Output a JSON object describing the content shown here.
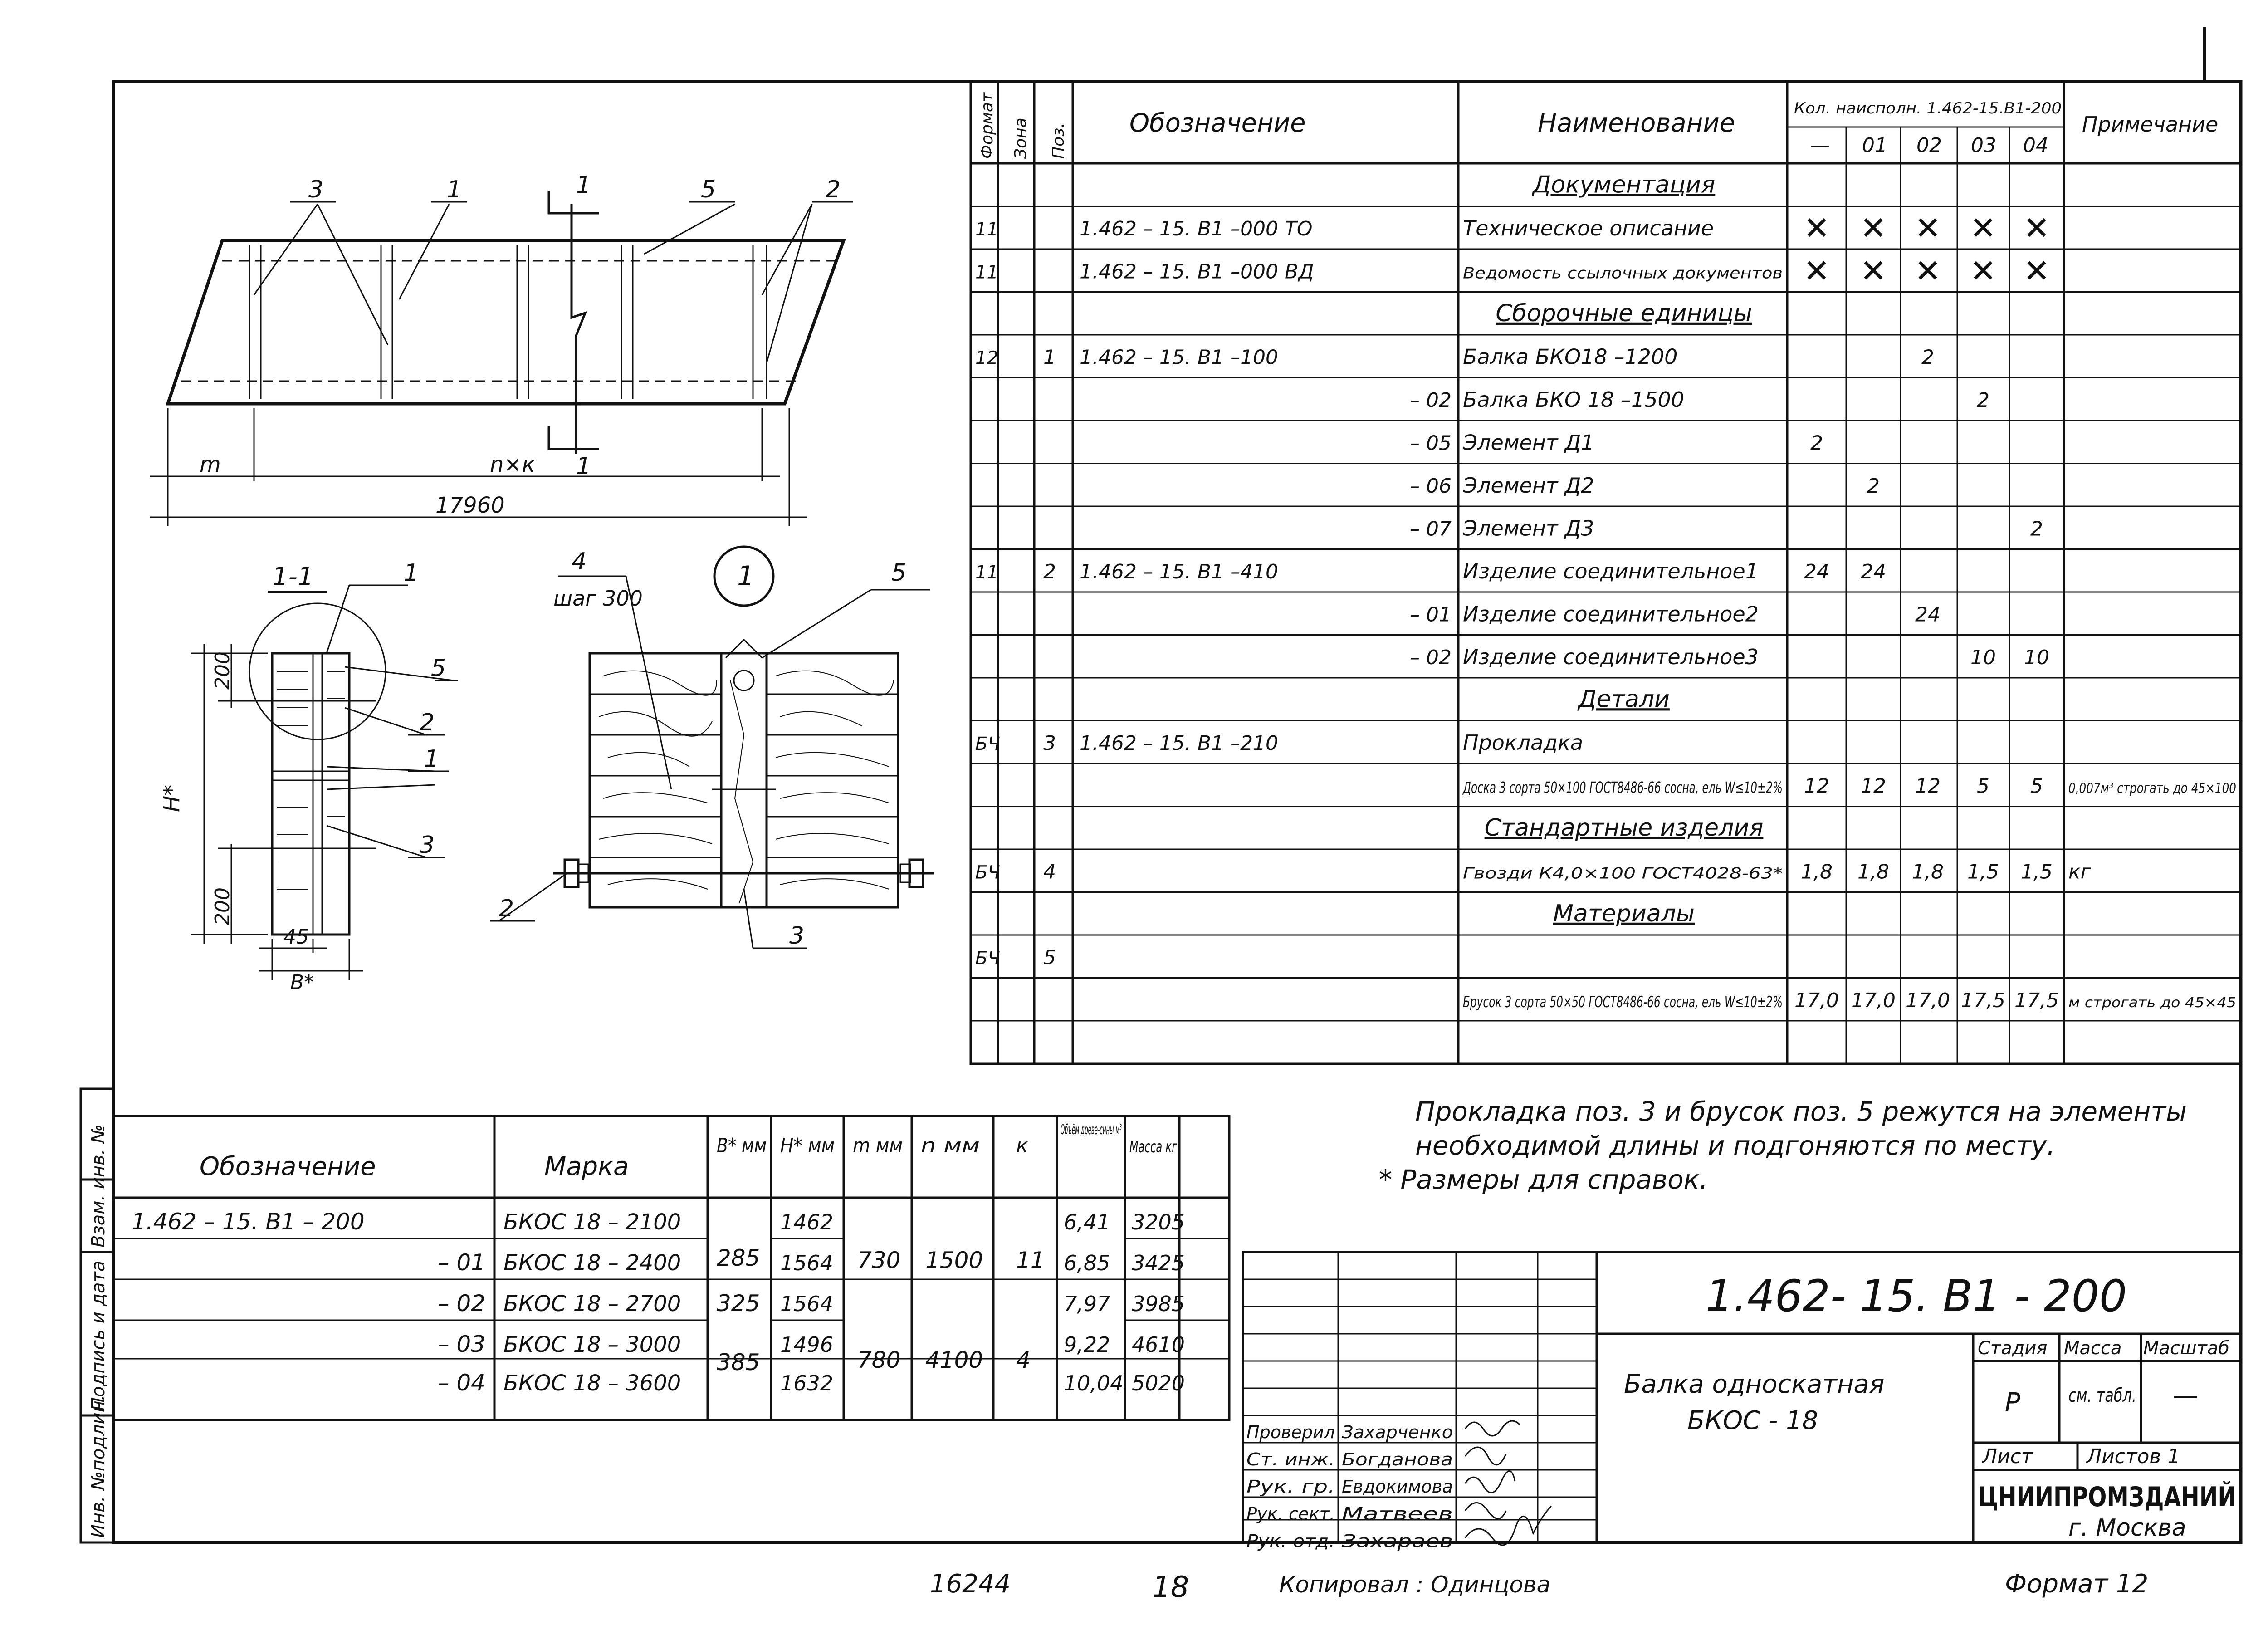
{
  "spec_table": {
    "headers": {
      "format": "Формат",
      "zone": "Зона",
      "pos": "Поз.",
      "designation": "Обозначение",
      "name": "Наименование",
      "qty_group": "Кол. наисполн. 1.462-15.В1-200",
      "qty_cols": [
        "—",
        "01",
        "02",
        "03",
        "04"
      ],
      "note": "Примечание"
    },
    "rows": [
      {
        "section": "Документация"
      },
      {
        "format": "11",
        "pos": "",
        "designation": "1.462 – 15. В1   –000  ТО",
        "name": "Техническое описание",
        "qty": [
          "✕",
          "✕",
          "✕",
          "✕",
          "✕"
        ],
        "note": ""
      },
      {
        "format": "11",
        "pos": "",
        "designation": "1.462 – 15. В1   –000  ВД",
        "name": "Ведомость ссылочных документов",
        "qty": [
          "✕",
          "✕",
          "✕",
          "✕",
          "✕"
        ],
        "note": ""
      },
      {
        "section": "Сборочные единицы"
      },
      {
        "format": "12",
        "pos": "1",
        "designation": "1.462 – 15. В1   –100",
        "name": "Балка  БКО18 –1200",
        "qty": [
          "",
          "",
          "2",
          "",
          ""
        ],
        "note": ""
      },
      {
        "format": "",
        "pos": "",
        "designation": "– 02",
        "name": "Балка  БКО 18 –1500",
        "qty": [
          "",
          "",
          "",
          "2",
          ""
        ],
        "note": ""
      },
      {
        "format": "",
        "pos": "",
        "designation": "– 05",
        "name": "Элемент Д1",
        "qty": [
          "2",
          "",
          "",
          "",
          ""
        ],
        "note": ""
      },
      {
        "format": "",
        "pos": "",
        "designation": "– 06",
        "name": "Элемент Д2",
        "qty": [
          "",
          "2",
          "",
          "",
          ""
        ],
        "note": ""
      },
      {
        "format": "",
        "pos": "",
        "designation": "– 07",
        "name": "Элемент Д3",
        "qty": [
          "",
          "",
          "",
          "",
          "2"
        ],
        "note": ""
      },
      {
        "format": "11",
        "pos": "2",
        "designation": "1.462 – 15. В1   –410",
        "name": "Изделие соединительное1",
        "qty": [
          "24",
          "24",
          "",
          "",
          ""
        ],
        "note": ""
      },
      {
        "format": "",
        "pos": "",
        "designation": "– 01",
        "name": "Изделие соединительное2",
        "qty": [
          "",
          "",
          "24",
          "",
          ""
        ],
        "note": ""
      },
      {
        "format": "",
        "pos": "",
        "designation": "– 02",
        "name": "Изделие соединительное3",
        "qty": [
          "",
          "",
          "",
          "10",
          "10"
        ],
        "note": ""
      },
      {
        "section": "Детали"
      },
      {
        "format": "БЧ",
        "pos": "3",
        "designation": "1.462 – 15. В1   –210",
        "name": "Прокладка",
        "qty": [
          "",
          "",
          "",
          "",
          ""
        ],
        "note": ""
      },
      {
        "format": "",
        "pos": "",
        "designation": "",
        "name": "Доска 3 сорта 50×100 ГОСТ8486-66 сосна, ель W≤10±2%",
        "qty": [
          "12",
          "12",
          "12",
          "5",
          "5"
        ],
        "note": "0,007м³ строгать до 45×100"
      },
      {
        "section": "Стандартные изделия"
      },
      {
        "format": "БЧ",
        "pos": "4",
        "designation": "",
        "name": "Гвозди К4,0×100 ГОСТ4028-63*",
        "qty": [
          "1,8",
          "1,8",
          "1,8",
          "1,5",
          "1,5"
        ],
        "note": "кг"
      },
      {
        "section": "Материалы"
      },
      {
        "format": "БЧ",
        "pos": "5",
        "designation": "",
        "name": "",
        "qty": [
          "",
          "",
          "",
          "",
          ""
        ],
        "note": ""
      },
      {
        "format": "",
        "pos": "",
        "designation": "",
        "name": "Брусок 3 сорта 50×50 ГОСТ8486-66 сосна, ель W≤10±2%",
        "qty": [
          "17,0",
          "17,0",
          "17,0",
          "17,5",
          "17,5"
        ],
        "note": "м   строгать до 45×45"
      }
    ]
  },
  "notes": [
    "Прокладка поз. 3 и брусок поз. 5 режутся на элементы",
    "необходимой длины и подгоняются по месту.",
    "*  Размеры для справок."
  ],
  "variants_table": {
    "headers": [
      "Обозначение",
      "Марка",
      "В* мм",
      "Н* мм",
      "m мм",
      "n мм",
      "к",
      "Объём древе-сины м³",
      "Масса кг"
    ],
    "rows": [
      {
        "designation": "1.462 – 15. В1 – 200",
        "mark": "БКОС 18 – 2100",
        "h": "1462",
        "volume": "6,41",
        "mass": "3205"
      },
      {
        "designation": "– 01",
        "mark": "БКОС 18 – 2400",
        "h": "1564",
        "volume": "6,85",
        "mass": "3425"
      },
      {
        "designation": "– 02",
        "mark": "БКОС 18  – 2700",
        "b": "325",
        "h": "1564",
        "volume": "7,97",
        "mass": "3985"
      },
      {
        "designation": "– 03",
        "mark": "БКОС 18  – 3000",
        "h": "1496",
        "volume": "9,22",
        "mass": "4610"
      },
      {
        "designation": "– 04",
        "mark": "БКОС 18  – 3600",
        "h": "1632",
        "volume": "10,04",
        "mass": "5020"
      }
    ],
    "merged": {
      "b1": "285",
      "b3": "385",
      "m1": "730",
      "n1": "1500",
      "k1": "11",
      "m2": "780",
      "n2": "4100",
      "k2": "4"
    }
  },
  "drawing": {
    "dims": {
      "m": "m",
      "nk": "n×к",
      "total": "17960",
      "h200a": "200",
      "h200b": "200",
      "h": "Н*",
      "b45": "45",
      "b": "В*"
    },
    "section_label": "1-1",
    "section_mark": "1",
    "callout": "1",
    "pitch": "шаг 300",
    "leaders": [
      "1",
      "2",
      "3",
      "4",
      "5"
    ]
  },
  "side_stamp": [
    "Инв. №подлин.",
    "Подпись и дата",
    "Взам. инв. №"
  ],
  "title_block": {
    "doc_code": "1.462- 15. В1 - 200",
    "title_line1": "Балка  односкатная",
    "title_line2": "БКОС - 18",
    "stage_label": "Стадия",
    "mass_label": "Масса",
    "scale_label": "Масштаб",
    "stage": "Р",
    "mass_value": "см. табл.",
    "scale_value": "—",
    "sheet_label": "Лист",
    "sheets_label": "Листов 1",
    "org": "ЦНИИПРОМЗДАНИЙ",
    "city": "г. Москва",
    "roles": [
      {
        "role": "Проверил",
        "name": "Захарченко"
      },
      {
        "role": "Ст. инж.",
        "name": "Богданова"
      },
      {
        "role": "Рук. гр.",
        "name": "Евдокимова"
      },
      {
        "role": "Рук. сект.",
        "name": "Матвеев"
      },
      {
        "role": "Рук. отд.",
        "name": "Захараев"
      }
    ]
  },
  "footer": {
    "inv": "16244",
    "page": "18",
    "copied": "Копировал : Одинцова",
    "format": "Формат 12"
  }
}
